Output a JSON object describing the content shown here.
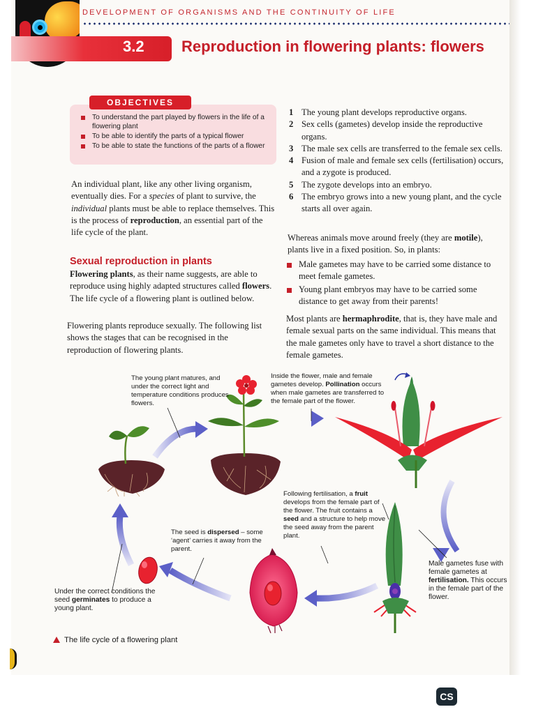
{
  "header": {
    "running_title": "DEVELOPMENT OF ORGANISMS AND THE CONTINUITY OF LIFE",
    "section_number": "3.2",
    "section_title": "Reproduction in flowering plants: flowers"
  },
  "objectives": {
    "heading": "OBJECTIVES",
    "items": [
      "To understand the part played by flowers in the life of a flowering plant",
      "To be able to identify the parts of a typical flower",
      "To be able to state the functions of the parts of a flower"
    ]
  },
  "left_column": {
    "intro": {
      "t1": "An individual plant, like any other living organism, eventually dies. For a ",
      "t2": "species",
      "t3": " of plant to survive, the ",
      "t4": "individual",
      "t5": " plants must be able to replace themselves. This is the process of ",
      "t6": "reproduction",
      "t7": ", an essential part of the life cycle of the plant."
    },
    "subheading": "Sexual reproduction in plants",
    "para2": {
      "t1": "Flowering plants",
      "t2": ", as their name suggests, are able to reproduce using highly adapted structures called ",
      "t3": "flowers",
      "t4": ". The life cycle of a flowering plant is outlined below."
    },
    "para3": "Flowering plants reproduce sexually. The following list shows the stages that can be recognised in the reproduction of flowering plants."
  },
  "right_column": {
    "stages": [
      {
        "n": "1",
        "text": "The young plant develops reproductive organs."
      },
      {
        "n": "2",
        "text": "Sex cells (gametes) develop inside the reproductive organs."
      },
      {
        "n": "3",
        "text": "The male sex cells are transferred to the female sex cells."
      },
      {
        "n": "4",
        "text": "Fusion of male and female sex cells (fertilisation) occurs, and a zygote is produced."
      },
      {
        "n": "5",
        "text": "The zygote develops into an embryo."
      },
      {
        "n": "6",
        "text": "The embryo grows into a new young plant, and the cycle starts all over again."
      }
    ],
    "para4": {
      "t1": "Whereas animals move around freely (they are ",
      "t2": "motile",
      "t3": "), plants live in a fixed position. So, in plants:"
    },
    "bullets": [
      "Male gametes may have to be carried some distance to meet female gametes.",
      "Young plant embryos may have to be carried some distance to get away from their parents!"
    ],
    "para5": {
      "t1": "Most plants are ",
      "t2": "hermaphrodite",
      "t3": ", that is, they have male and female sexual parts on the same individual. This means that the male gametes only have to travel a short distance to the female gametes."
    }
  },
  "diagram": {
    "cap_matures": "The young plant matures, and under the correct light and temperature conditions produces flowers.",
    "cap_pollination": {
      "t1": "Inside the flower, male and female gametes develop. ",
      "t2": "Pollination",
      "t3": " occurs when male gametes are transferred to the female part of the flower."
    },
    "cap_fruit": {
      "t1": "Following fertilisation, a ",
      "t2": "fruit",
      "t3": " develops from the female part of the flower. The fruit contains a ",
      "t4": "seed",
      "t5": " and a structure to help move the seed away from the parent plant."
    },
    "cap_dispersed": {
      "t1": "The seed is ",
      "t2": "dispersed",
      "t3": " – some ‘agent’ carries it away from the parent."
    },
    "cap_fertilisation": {
      "t1": "Male gametes fuse with female gametes at ",
      "t2": "fertilisation.",
      "t3": " This occurs in the female part of the flower."
    },
    "cap_germinates": {
      "t1": "Under the correct conditions the seed ",
      "t2": "germinates",
      "t3": " to produce a young plant."
    },
    "caption": "The life cycle of a flowering plant"
  },
  "badge": "CS",
  "colors": {
    "accent_red": "#c51f29",
    "arrow_blue": "#5b5fc7",
    "soil": "#5a2329"
  }
}
